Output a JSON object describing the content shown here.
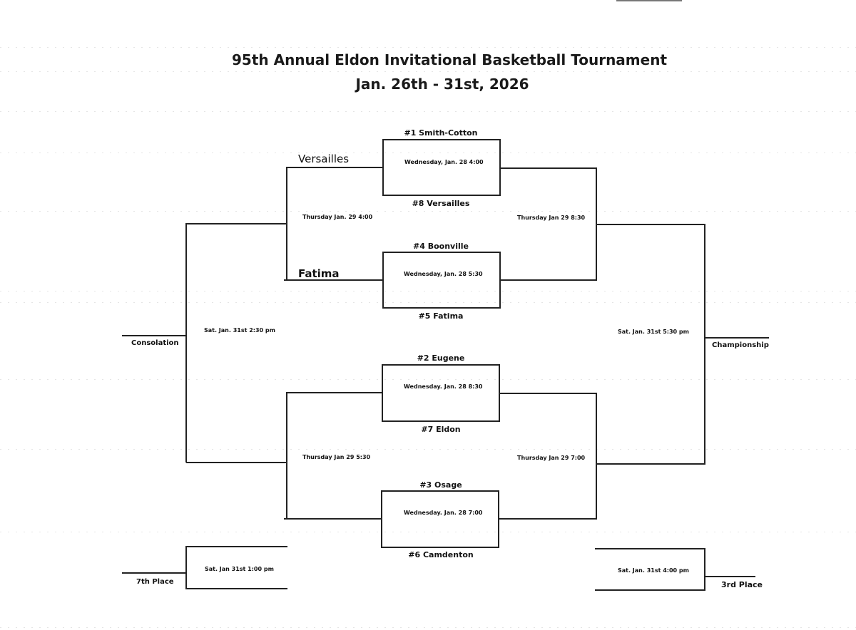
{
  "document": {
    "title": "95th Annual Eldon Invitational Basketball Tournament",
    "dates": "Jan. 26th - 31st,  2026"
  },
  "first_round": [
    {
      "top_team": "#1 Smith-Cotton",
      "bottom_team": "#8 Versailles",
      "time": "Wednesday, Jan. 28 4:00"
    },
    {
      "top_team": "#4 Boonville",
      "bottom_team": "#5 Fatima",
      "time": "Wednesday, Jan. 28 5:30"
    },
    {
      "top_team": "#2 Eugene",
      "bottom_team": "#7 Eldon",
      "time": "Wednesday. Jan. 28 8:30"
    },
    {
      "top_team": "#3 Osage",
      "bottom_team": "#6 Camdenton",
      "time": "Wednesday. Jan. 28 7:00"
    }
  ],
  "first_round_losers": {
    "game1": "Versailles",
    "game2": "Fatima"
  },
  "second_round": {
    "consolation_top": "Thursday Jan. 29 4:00",
    "consolation_bottom": "Thursday Jan 29 5:30",
    "semifinal_top": "Thursday Jan 29 8:30",
    "semifinal_bottom": "Thursday Jan 29 7:00"
  },
  "finals": {
    "consolation_time": "Sat. Jan. 31st 2:30 pm",
    "consolation_label": "Consolation",
    "championship_time": "Sat. Jan. 31st 5:30 pm",
    "championship_label": "Championship",
    "seventh_time": "Sat. Jan 31st 1:00 pm",
    "seventh_label": "7th Place",
    "third_time": "Sat. Jan. 31st 4:00 pm",
    "third_label": "3rd Place"
  }
}
